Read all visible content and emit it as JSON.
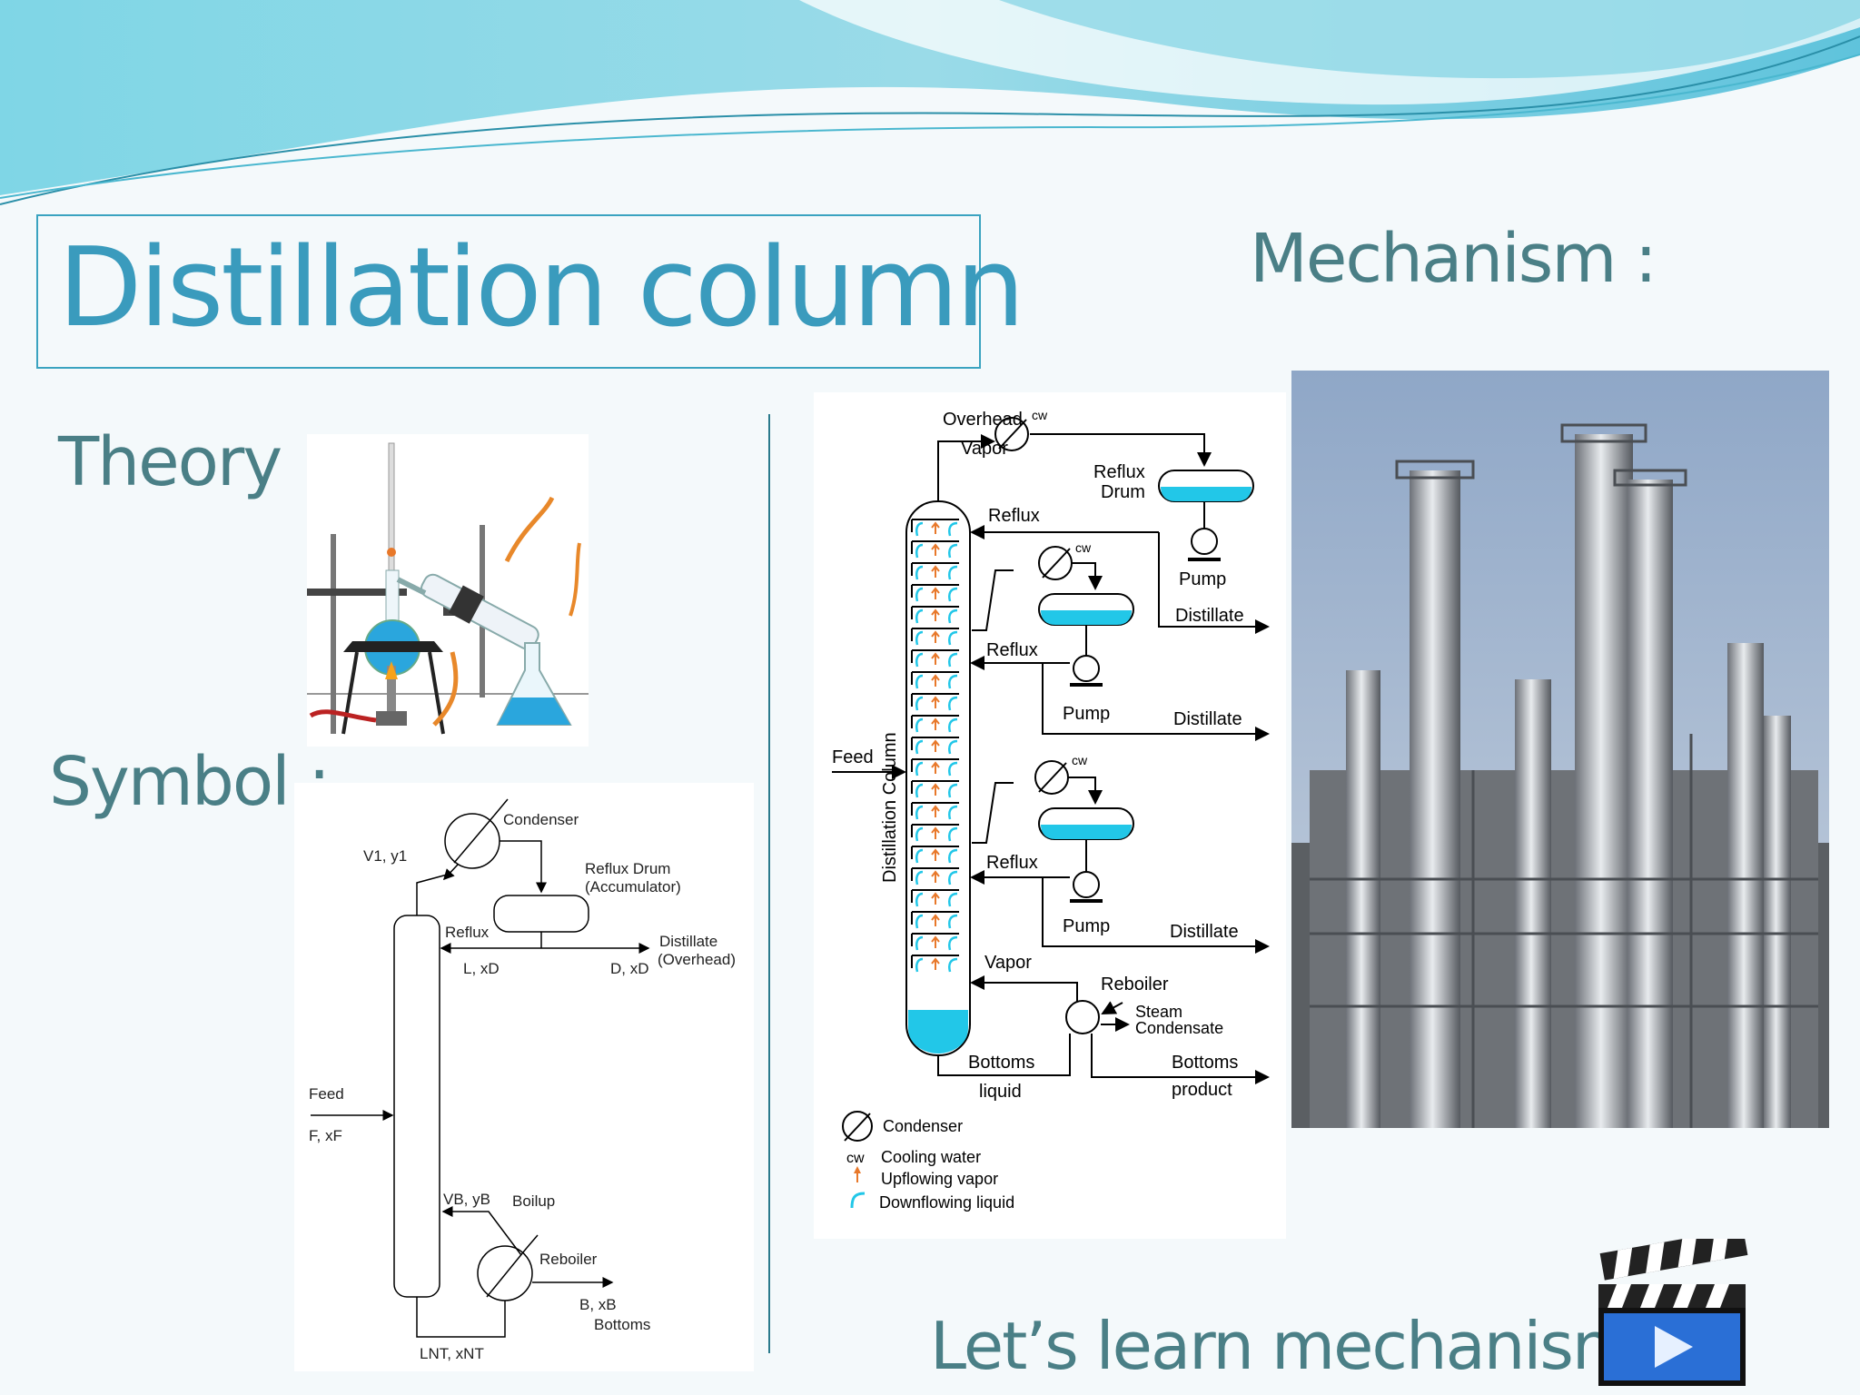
{
  "title": "Distillation column",
  "labels": {
    "mechanism": "Mechanism :",
    "theory": "Theory :",
    "symbol": "Symbol :",
    "learn": "Let’s learn mechanism …"
  },
  "symbol_diagram": {
    "condenser": "Condenser",
    "v1y1": "V1, y1",
    "reflux_drum": "Reflux Drum",
    "accumulator": "(Accumulator)",
    "reflux": "Reflux",
    "distillate": "Distillate",
    "overhead": "(Overhead)",
    "l_xd": "L, xD",
    "d_xd": "D, xD",
    "feed": "Feed",
    "f_xf": "F, xF",
    "vb_yb": "VB, yB",
    "boilup": "Boilup",
    "reboiler": "Reboiler",
    "b_xb": "B, xB",
    "bottoms": "Bottoms",
    "lnt_xnt": "LNT, xNT"
  },
  "mechanism_diagram": {
    "overhead": "Overhead",
    "vapor_top": "Vapor",
    "cw": "cw",
    "reflux_drum_1": "Reflux",
    "reflux_drum_2": "Drum",
    "reflux": "Reflux",
    "pump": "Pump",
    "distillate": "Distillate",
    "feed": "Feed",
    "column_label": "Distillation Column",
    "vapor": "Vapor",
    "reboiler": "Reboiler",
    "steam": "Steam",
    "condensate": "Condensate",
    "bottoms_liquid_1": "Bottoms",
    "bottoms_liquid_2": "liquid",
    "bottoms_product_1": "Bottoms",
    "bottoms_product_2": "product",
    "legend_condenser": "Condenser",
    "legend_cw_key": "cw",
    "legend_cw": "Cooling water",
    "legend_up": "Upflowing vapor",
    "legend_down": "Downflowing liquid"
  },
  "colors": {
    "title": "#3a9bbd",
    "label": "#4a7f86",
    "liquid": "#22c7e8",
    "vapor_arrow": "#e8782a",
    "wave": "#5ec6de"
  }
}
